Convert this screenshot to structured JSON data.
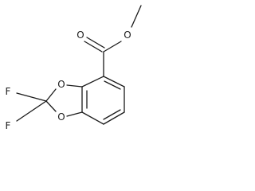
{
  "molecule": {
    "atoms": {
      "ester_o_methyl": "O",
      "carbonyl_o": "O",
      "ring_o_upper": "O",
      "ring_o_lower": "O",
      "fluorine_upper": "F",
      "fluorine_lower": "F"
    }
  }
}
